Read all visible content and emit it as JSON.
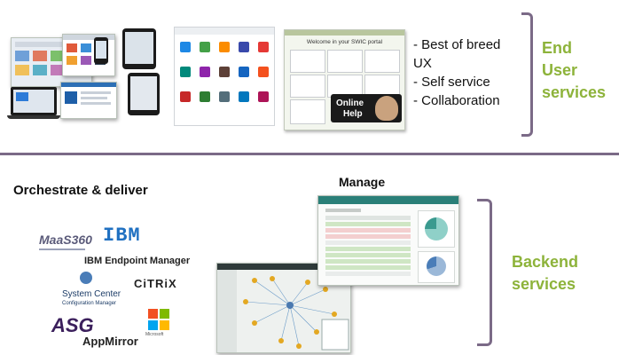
{
  "end_user": {
    "bullets": [
      "-  Best of breed",
      "UX",
      "-  Self service",
      "-  Collaboration"
    ],
    "label_lines": [
      "End",
      "User",
      "services"
    ],
    "portal_title": "Welcome in your SWIC portal",
    "online_help_lines": [
      "Online",
      "Help"
    ]
  },
  "backend": {
    "orchestrate_label": "Orchestrate & deliver",
    "manage_label": "Manage",
    "label_lines": [
      "Backend",
      "services"
    ],
    "logos": {
      "maas360": "MaaS360",
      "ibm": "IBM",
      "ibm_endpoint": "IBM Endpoint  Manager",
      "system_center_1": "System Center",
      "system_center_2": "Configuration Manager",
      "citrix": "CiTRiX",
      "asg": "ASG",
      "appmirror": "AppMirror",
      "microsoft": "Microsoft"
    },
    "colors": {
      "accent_green": "#8db33a",
      "divider_purple": "#7b6a87",
      "ms_red": "#f25022",
      "ms_green": "#7fba00",
      "ms_blue": "#00a4ef",
      "ms_yellow": "#ffb900",
      "asg_purple": "#3b1f5c",
      "ibm_blue": "#1f70c1"
    }
  }
}
